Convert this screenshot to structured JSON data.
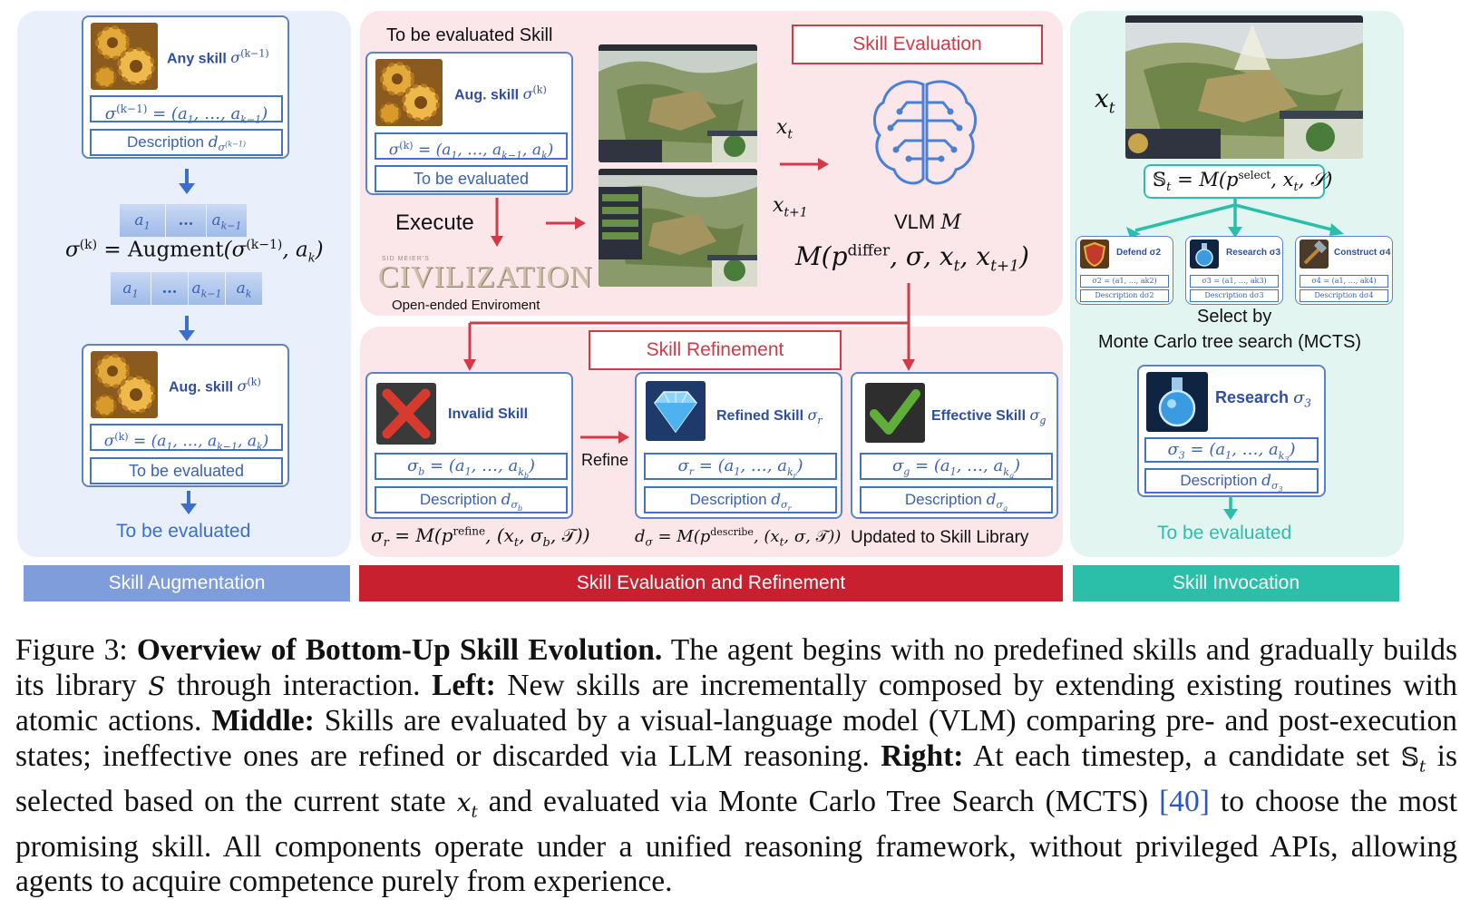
{
  "left": {
    "any_skill_label": "Any skill",
    "any_skill_sym": "σ(k−1)",
    "any_seq": "σ(k−1) = (a1, …, ak−1)",
    "any_desc": "Description dσ(k−1)",
    "seq_top": [
      "a1",
      "…",
      "ak−1"
    ],
    "augment_formula": "σ(k) = Augment(σ(k−1), ak)",
    "seq_bottom": [
      "a1",
      "…",
      "ak−1",
      "ak"
    ],
    "aug_skill_label": "Aug. skill",
    "aug_skill_sym": "σ(k)",
    "aug_seq": "σ(k) = (a1, …, ak−1, ak)",
    "aug_status": "To be evaluated",
    "to_be_evaluated": "To be evaluated",
    "band": "Skill Augmentation"
  },
  "middle": {
    "to_be_evaluated_skill": "To be evaluated Skill",
    "aug_skill_label": "Aug. skill",
    "aug_skill_sym": "σ(k)",
    "aug_seq": "σ(k) = (a1, …, ak−1, ak)",
    "aug_status": "To be evaluated",
    "execute": "Execute",
    "civ_small": "SID MEIER'S",
    "civ_logo": "CIVILIZATION",
    "open_env": "Open-ended Enviroment",
    "xt": "xt",
    "xt1": "xt+1",
    "skill_evaluation": "Skill Evaluation",
    "vlm": "VLM M",
    "vlm_formula": "M(pdiffer, σ, xt, xt+1)",
    "skill_refinement": "Skill Refinement",
    "invalid_skill": "Invalid Skill",
    "invalid_seq": "σb = (a1, …, akb)",
    "invalid_desc": "Description dσb",
    "refine": "Refine",
    "refined_skill": "Refined Skill σr",
    "refined_seq": "σr = (a1, …, akr)",
    "refined_desc": "Description dσr",
    "effective_skill": "Effective Skill σg",
    "effective_seq": "σg = (a1, …, akg)",
    "effective_desc": "Description dσg",
    "formula_refine": "σr = M(prefine, (xt, σb, T))",
    "formula_describe": "dσ = M(pdescribe, (xt, σ, T))",
    "updated": "Updated to Skill Library",
    "band": "Skill Evaluation and Refinement"
  },
  "right": {
    "xt": "xt",
    "select_formula": "St = M(pselect, xt, S)",
    "cards": [
      {
        "title": "Defend σ2",
        "seq": "σ2 = (a1, …, ak2)",
        "desc": "Description dσ2"
      },
      {
        "title": "Research σ3",
        "seq": "σ3 = (a1, …, ak3)",
        "desc": "Description dσ3"
      },
      {
        "title": "Construct σ4",
        "seq": "σ4 = (a1, …, ak4)",
        "desc": "Description dσ4"
      }
    ],
    "select_by": "Select by",
    "mcts": "Monte Carlo tree search (MCTS)",
    "research_title": "Research σ3",
    "research_seq": "σ3 = (a1, …, ak3)",
    "research_desc": "Description dσ3",
    "to_be_evaluated": "To be evaluated",
    "band": "Skill Invocation"
  },
  "caption": {
    "prefix": "Figure 3: ",
    "title": "Overview of Bottom-Up Skill Evolution.",
    "t1": " The agent begins with no predefined skills and gradually builds its library ",
    "lib": "S",
    "t2": " through interaction. ",
    "left_label": "Left:",
    "t3": " New skills are incrementally composed by extending existing routines with atomic actions. ",
    "middle_label": "Middle:",
    "t4": " Skills are evaluated by a visual-language model (VLM) comparing pre- and post-execution states; ineffective ones are refined or discarded via LLM reasoning. ",
    "right_label": "Right:",
    "t5": " At each timestep, a candidate set ",
    "set_sym": "S",
    "t6": " is selected based on the current state ",
    "state_sym": "x",
    "t7": " and evaluated via Monte Carlo Tree Search (MCTS) ",
    "ref": "[40]",
    "t8": " to choose the most promising skill. All components operate under a unified reasoning framework, without privileged APIs, allowing agents to acquire competence purely from experience."
  },
  "colors": {
    "left_panel": "#eaf0fb",
    "middle_panel": "#fbe6ea",
    "right_panel": "#e3f5f1",
    "blue_band": "#7f9ddb",
    "red_band": "#c8202e",
    "teal_band": "#2bbfaa",
    "red_accent": "#d23a48",
    "teal_accent": "#2bbfaa"
  }
}
